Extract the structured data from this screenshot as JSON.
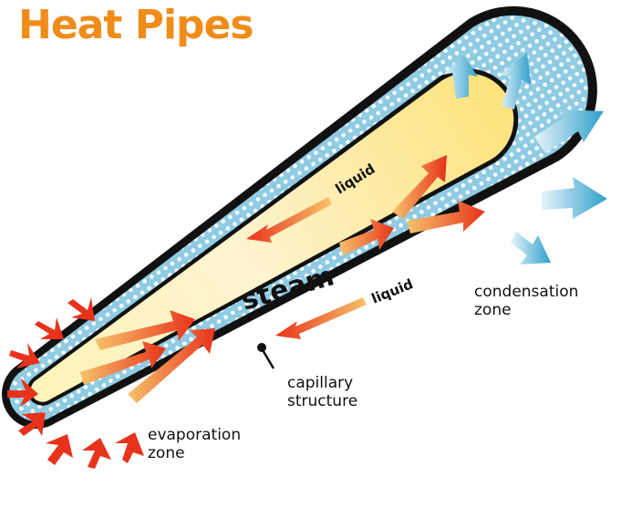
{
  "title": "Heat Pipes",
  "labels": {
    "liquid_top": "liquid",
    "liquid_bottom": "liquid",
    "steam": "steam",
    "condensation_line1": "condensation",
    "condensation_line2": "zone",
    "capillary_line1": "capillary",
    "capillary_line2": "structure",
    "evaporation_line1": "evaporation",
    "evaporation_line2": "zone"
  },
  "colors": {
    "title": "#f08c1a",
    "hot_arrow": "#e8331c",
    "cool_arrow": "#3ba6cf",
    "pipe_wall": "#111111",
    "wick": "#a9d8ea",
    "vapor_core": "#fde98a"
  }
}
